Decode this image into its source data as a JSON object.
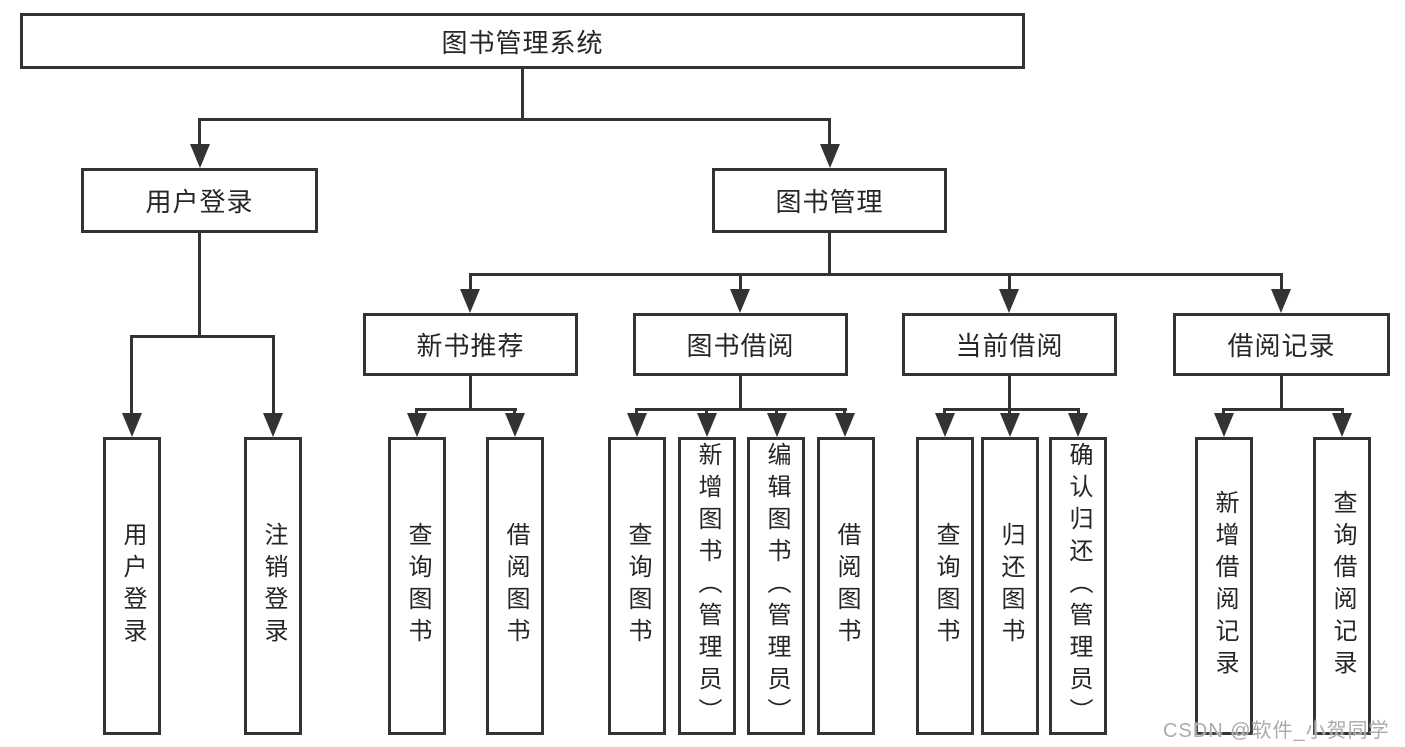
{
  "diagram": {
    "title": "图书管理系统",
    "level2": [
      {
        "label": "用户登录"
      },
      {
        "label": "图书管理"
      }
    ],
    "level3": [
      {
        "label": "新书推荐",
        "parent": "图书管理"
      },
      {
        "label": "图书借阅",
        "parent": "图书管理"
      },
      {
        "label": "当前借阅",
        "parent": "图书管理"
      },
      {
        "label": "借阅记录",
        "parent": "图书管理"
      }
    ],
    "leaves": [
      {
        "label": "用户登录",
        "parent": "用户登录"
      },
      {
        "label": "注销登录",
        "parent": "用户登录"
      },
      {
        "label": "查询图书",
        "parent": "新书推荐"
      },
      {
        "label": "借阅图书",
        "parent": "新书推荐"
      },
      {
        "label": "查询图书",
        "parent": "图书借阅"
      },
      {
        "label": "新增图书（管理员）",
        "parent": "图书借阅"
      },
      {
        "label": "编辑图书（管理员）",
        "parent": "图书借阅"
      },
      {
        "label": "借阅图书",
        "parent": "图书借阅"
      },
      {
        "label": "查询图书",
        "parent": "当前借阅"
      },
      {
        "label": "归还图书",
        "parent": "当前借阅"
      },
      {
        "label": "确认归还（管理员）",
        "parent": "当前借阅"
      },
      {
        "label": "新增借阅记录",
        "parent": "借阅记录"
      },
      {
        "label": "查询借阅记录",
        "parent": "借阅记录"
      }
    ]
  },
  "watermark": {
    "text": "CSDN @软件_小贺同学",
    "color": "#ababab"
  },
  "colors": {
    "background": "#ffffff",
    "line": "#333333",
    "box_border": "#333333",
    "text": "#262626"
  }
}
